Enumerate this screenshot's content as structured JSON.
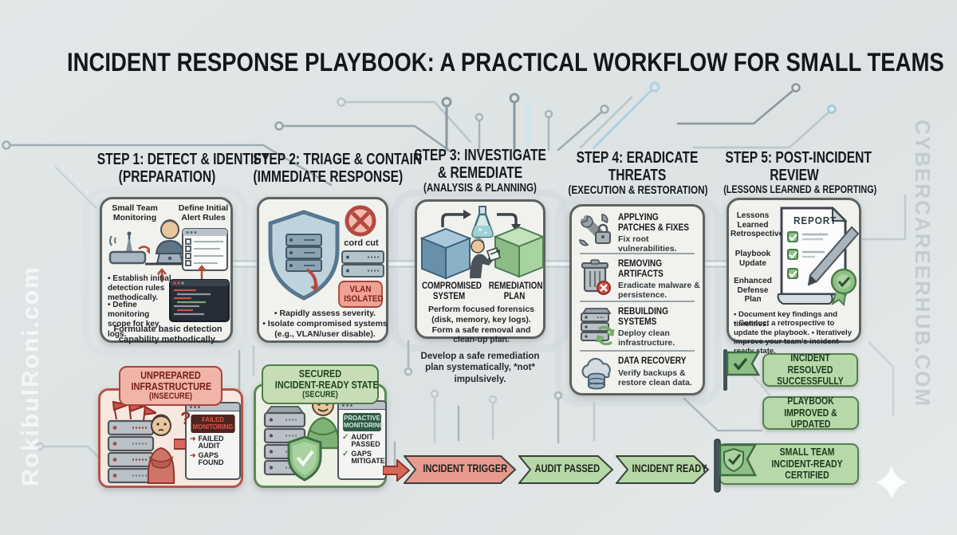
{
  "title": "INCIDENT RESPONSE PLAYBOOK: A PRACTICAL WORKFLOW FOR SMALL TEAMS",
  "watermarks": {
    "left": "RokibulRoni.com",
    "right": "CYBERCAREERHUB.COM"
  },
  "steps": {
    "step1": {
      "heading1": "STEP 1: DETECT & IDENTIFY",
      "heading2": "(PREPARATION)",
      "label_monitoring": "Small Team Monitoring",
      "label_rules": "Define Initial Alert Rules",
      "bullet1": "• Establish initial detection rules methodically.",
      "bullet2": "• Define monitoring scope for key logs.",
      "footer": "Formulate basic detection capability methodically."
    },
    "step2": {
      "heading1": "STEP 2: TRIAGE & CONTAIN",
      "heading2": "(IMMEDIATE RESPONSE)",
      "cord_cut": "cord cut",
      "vlan_badge": "VLAN ISOLATED",
      "bullet1": "• Rapidly assess severity.",
      "bullet2": "• Isolate compromised systems (e.g., VLAN/user disable)."
    },
    "step3": {
      "heading1": "STEP 3: INVESTIGATE",
      "heading2": "& REMEDIATE",
      "heading3": "(ANALYSIS & PLANNING)",
      "label_compromised": "COMPROMISED SYSTEM",
      "label_remediation": "REMEDIATION PLAN",
      "body": "Perform focused forensics (disk, memory, key logs). Form a safe removal and clean-up plan.",
      "note": "Develop a safe remediation plan systematically, *not* impulsively."
    },
    "step4": {
      "heading1": "STEP 4: ERADICATE",
      "heading2": "THREATS",
      "heading3": "(EXECUTION & RESTORATION)",
      "items": [
        {
          "title": "APPLYING PATCHES & FIXES",
          "desc": "Fix root vulnerabilities."
        },
        {
          "title": "REMOVING ARTIFACTS",
          "desc": "Eradicate malware & persistence."
        },
        {
          "title": "REBUILDING SYSTEMS",
          "desc": "Deploy clean infrastructure."
        },
        {
          "title": "DATA RECOVERY",
          "desc": "Verify backups & restore clean data."
        }
      ]
    },
    "step5": {
      "heading1": "STEP 5: POST-INCIDENT",
      "heading2": "REVIEW",
      "heading3": "(LESSONS LEARNED & REPORTING)",
      "side1": "Lessons Learned Retrospective",
      "side2": "Playbook Update",
      "side3": "Enhanced Defense Plan",
      "report_title": "REPORT",
      "bullet1": "• Document key findings and timelines.",
      "bullet2": "• Conduct a retrospective to update the playbook. • Iteratively improve your team's incident-ready state."
    }
  },
  "insecure": {
    "title1": "UNPREPARED",
    "title2": "INFRASTRUCTURE",
    "title3": "(INSECURE)",
    "monitor_badge": "FAILED MONITORING",
    "question_mark": "?",
    "items": [
      {
        "icon": "➜",
        "text": "FAILED AUDIT"
      },
      {
        "icon": "➜",
        "text": "GAPS FOUND"
      }
    ]
  },
  "secure": {
    "title1": "SECURED",
    "title2": "INCIDENT-READY STATE",
    "title3": "(SECURE)",
    "monitor_badge": "PROACTIVE MONITORING",
    "items": [
      {
        "icon": "✓",
        "text": "AUDIT PASSED"
      },
      {
        "icon": "✓",
        "text": "GAPS MITIGATED"
      }
    ]
  },
  "flow": {
    "arrow1": "INCIDENT TRIGGER",
    "arrow2": "AUDIT PASSED",
    "arrow3": "INCIDENT READY"
  },
  "outcomes": {
    "badge1": "INCIDENT RESOLVED SUCCESSFULLY",
    "badge2": "PLAYBOOK IMPROVED & UPDATED",
    "badge3": "SMALL TEAM INCIDENT-READY CERTIFIED"
  },
  "colors": {
    "accent_red": "#c0544a",
    "accent_green": "#5c8f55",
    "panel_border": "#5d6361",
    "badge_green_bg": "#b7d8a9",
    "badge_red_bg": "#f0b4a9"
  }
}
